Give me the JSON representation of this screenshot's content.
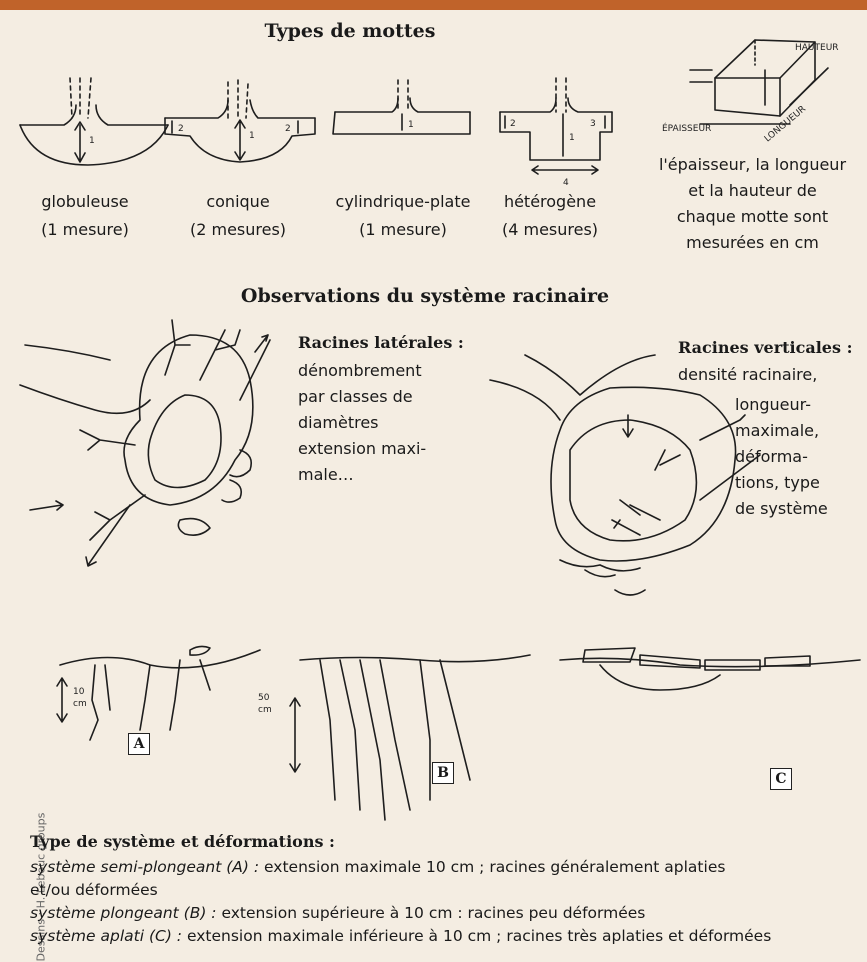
{
  "credit": "Dessins : H. Lebouc groups",
  "section_types": {
    "title": "Types de mottes",
    "mottes": [
      {
        "name": "globuleuse",
        "mesure": "(1 mesure)"
      },
      {
        "name": "conique",
        "mesure": "(2 mesures)"
      },
      {
        "name": "cylindrique-plate",
        "mesure": "(1 mesure)"
      },
      {
        "name": "hétérogène",
        "mesure": "(4 mesures)"
      }
    ],
    "note_lines": [
      "l'épaisseur, la longueur",
      "et la hauteur de",
      "chaque motte sont",
      "mesurées en cm"
    ],
    "box_labels": {
      "hauteur": "HAUTEUR",
      "longueur": "LONGUEUR",
      "epaisseur": "ÉPAISSEUR"
    },
    "measure_numbers": {
      "g1": "1",
      "c1": "1",
      "c2a": "2",
      "c2b": "2",
      "cp1": "1",
      "h1": "1",
      "h2": "2",
      "h3": "3",
      "h4": "4"
    }
  },
  "section_obs": {
    "title": "Observations du système racinaire",
    "laterales_title": "Racines latérales :",
    "laterales_lines": [
      "dénombrement",
      "par classes de",
      "diamètres",
      "extension maxi-",
      "male…"
    ],
    "verticales_title": "Racines verticales :",
    "verticales_first": "densité racinaire,",
    "verticales_lines": [
      "longueur-",
      "maximale,",
      "déforma-",
      "tions, type",
      "de système"
    ]
  },
  "section_systems": {
    "letters": [
      "A",
      "B",
      "C"
    ],
    "scale_a": [
      "10",
      "cm"
    ],
    "scale_b": [
      "50",
      "cm"
    ],
    "title": "Type de système et déformations :",
    "lines": [
      {
        "label": "système semi-plongeant (A) :",
        "text": " extension maximale 10 cm ; racines généralement aplaties"
      },
      {
        "label": "",
        "text": "et/ou déformées"
      },
      {
        "label": "système plongeant (B) :",
        "text": " extension supérieure à 10 cm : racines peu déformées"
      },
      {
        "label": "système aplati  (C) :",
        "text": " extension maximale inférieure à 10 cm ; racines très aplaties et déformées"
      }
    ]
  }
}
